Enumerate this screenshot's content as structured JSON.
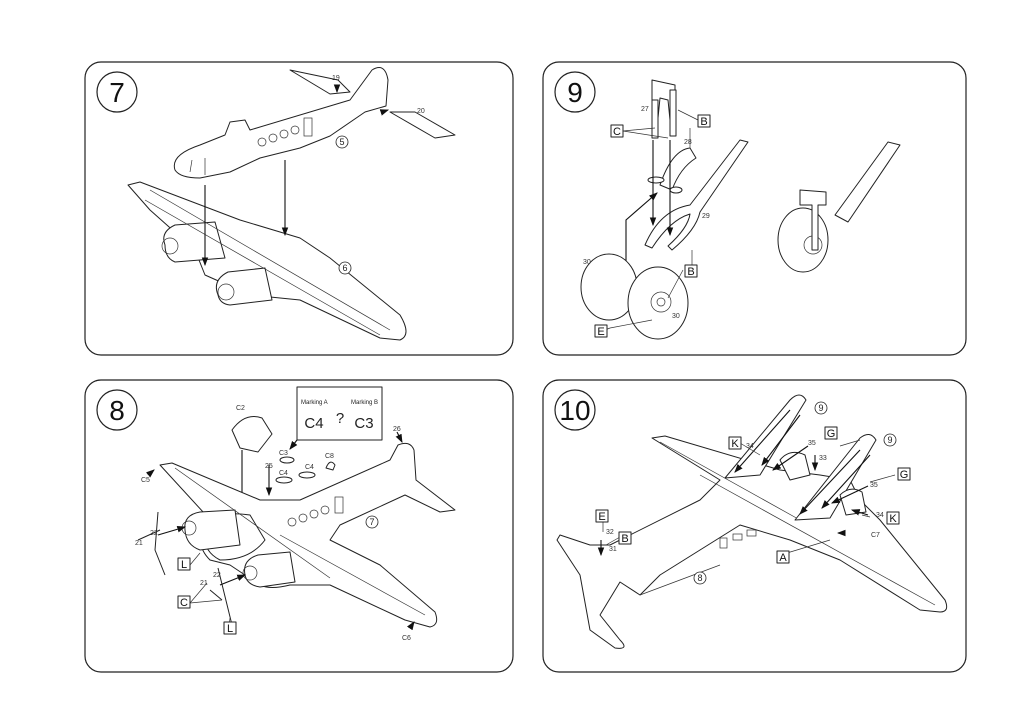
{
  "steps": {
    "s7": {
      "number": "7",
      "parts": {
        "p19": "19",
        "p20": "20"
      },
      "subs": {
        "a5": "5",
        "a6": "6"
      }
    },
    "s9": {
      "number": "9",
      "parts": {
        "p27": "27",
        "p28": "28",
        "p29": "29",
        "p30a": "30",
        "p30b": "30"
      },
      "letters": {
        "b1": "B",
        "c": "C",
        "b2": "B",
        "e": "E"
      }
    },
    "s8": {
      "number": "8",
      "marking": {
        "label_a": "Marking A",
        "label_b": "Marking B",
        "part_a": "C4",
        "question": "?",
        "part_b": "C3"
      },
      "parts": {
        "c2": "C2",
        "c3": "C3",
        "c4a": "C4",
        "c4b": "C4",
        "c8": "C8",
        "p25": "25",
        "p26": "26",
        "c5": "C5",
        "p22a": "22",
        "p21a": "21",
        "p22b": "22",
        "p21b": "21",
        "c6": "C6"
      },
      "letters": {
        "l1": "L",
        "c": "C",
        "l2": "L"
      },
      "subs": {
        "a7": "7"
      }
    },
    "s10": {
      "number": "10",
      "parts": {
        "p34a": "34",
        "p35a": "35",
        "p33": "33",
        "p35b": "35",
        "p34b": "34",
        "c7": "C7",
        "p32": "32",
        "p31": "31"
      },
      "letters": {
        "k1": "K",
        "g1": "G",
        "g2": "G",
        "k2": "K",
        "a": "A",
        "e": "E",
        "b": "B"
      },
      "subs": {
        "a9a": "9",
        "a9b": "9",
        "a8": "8"
      }
    }
  }
}
